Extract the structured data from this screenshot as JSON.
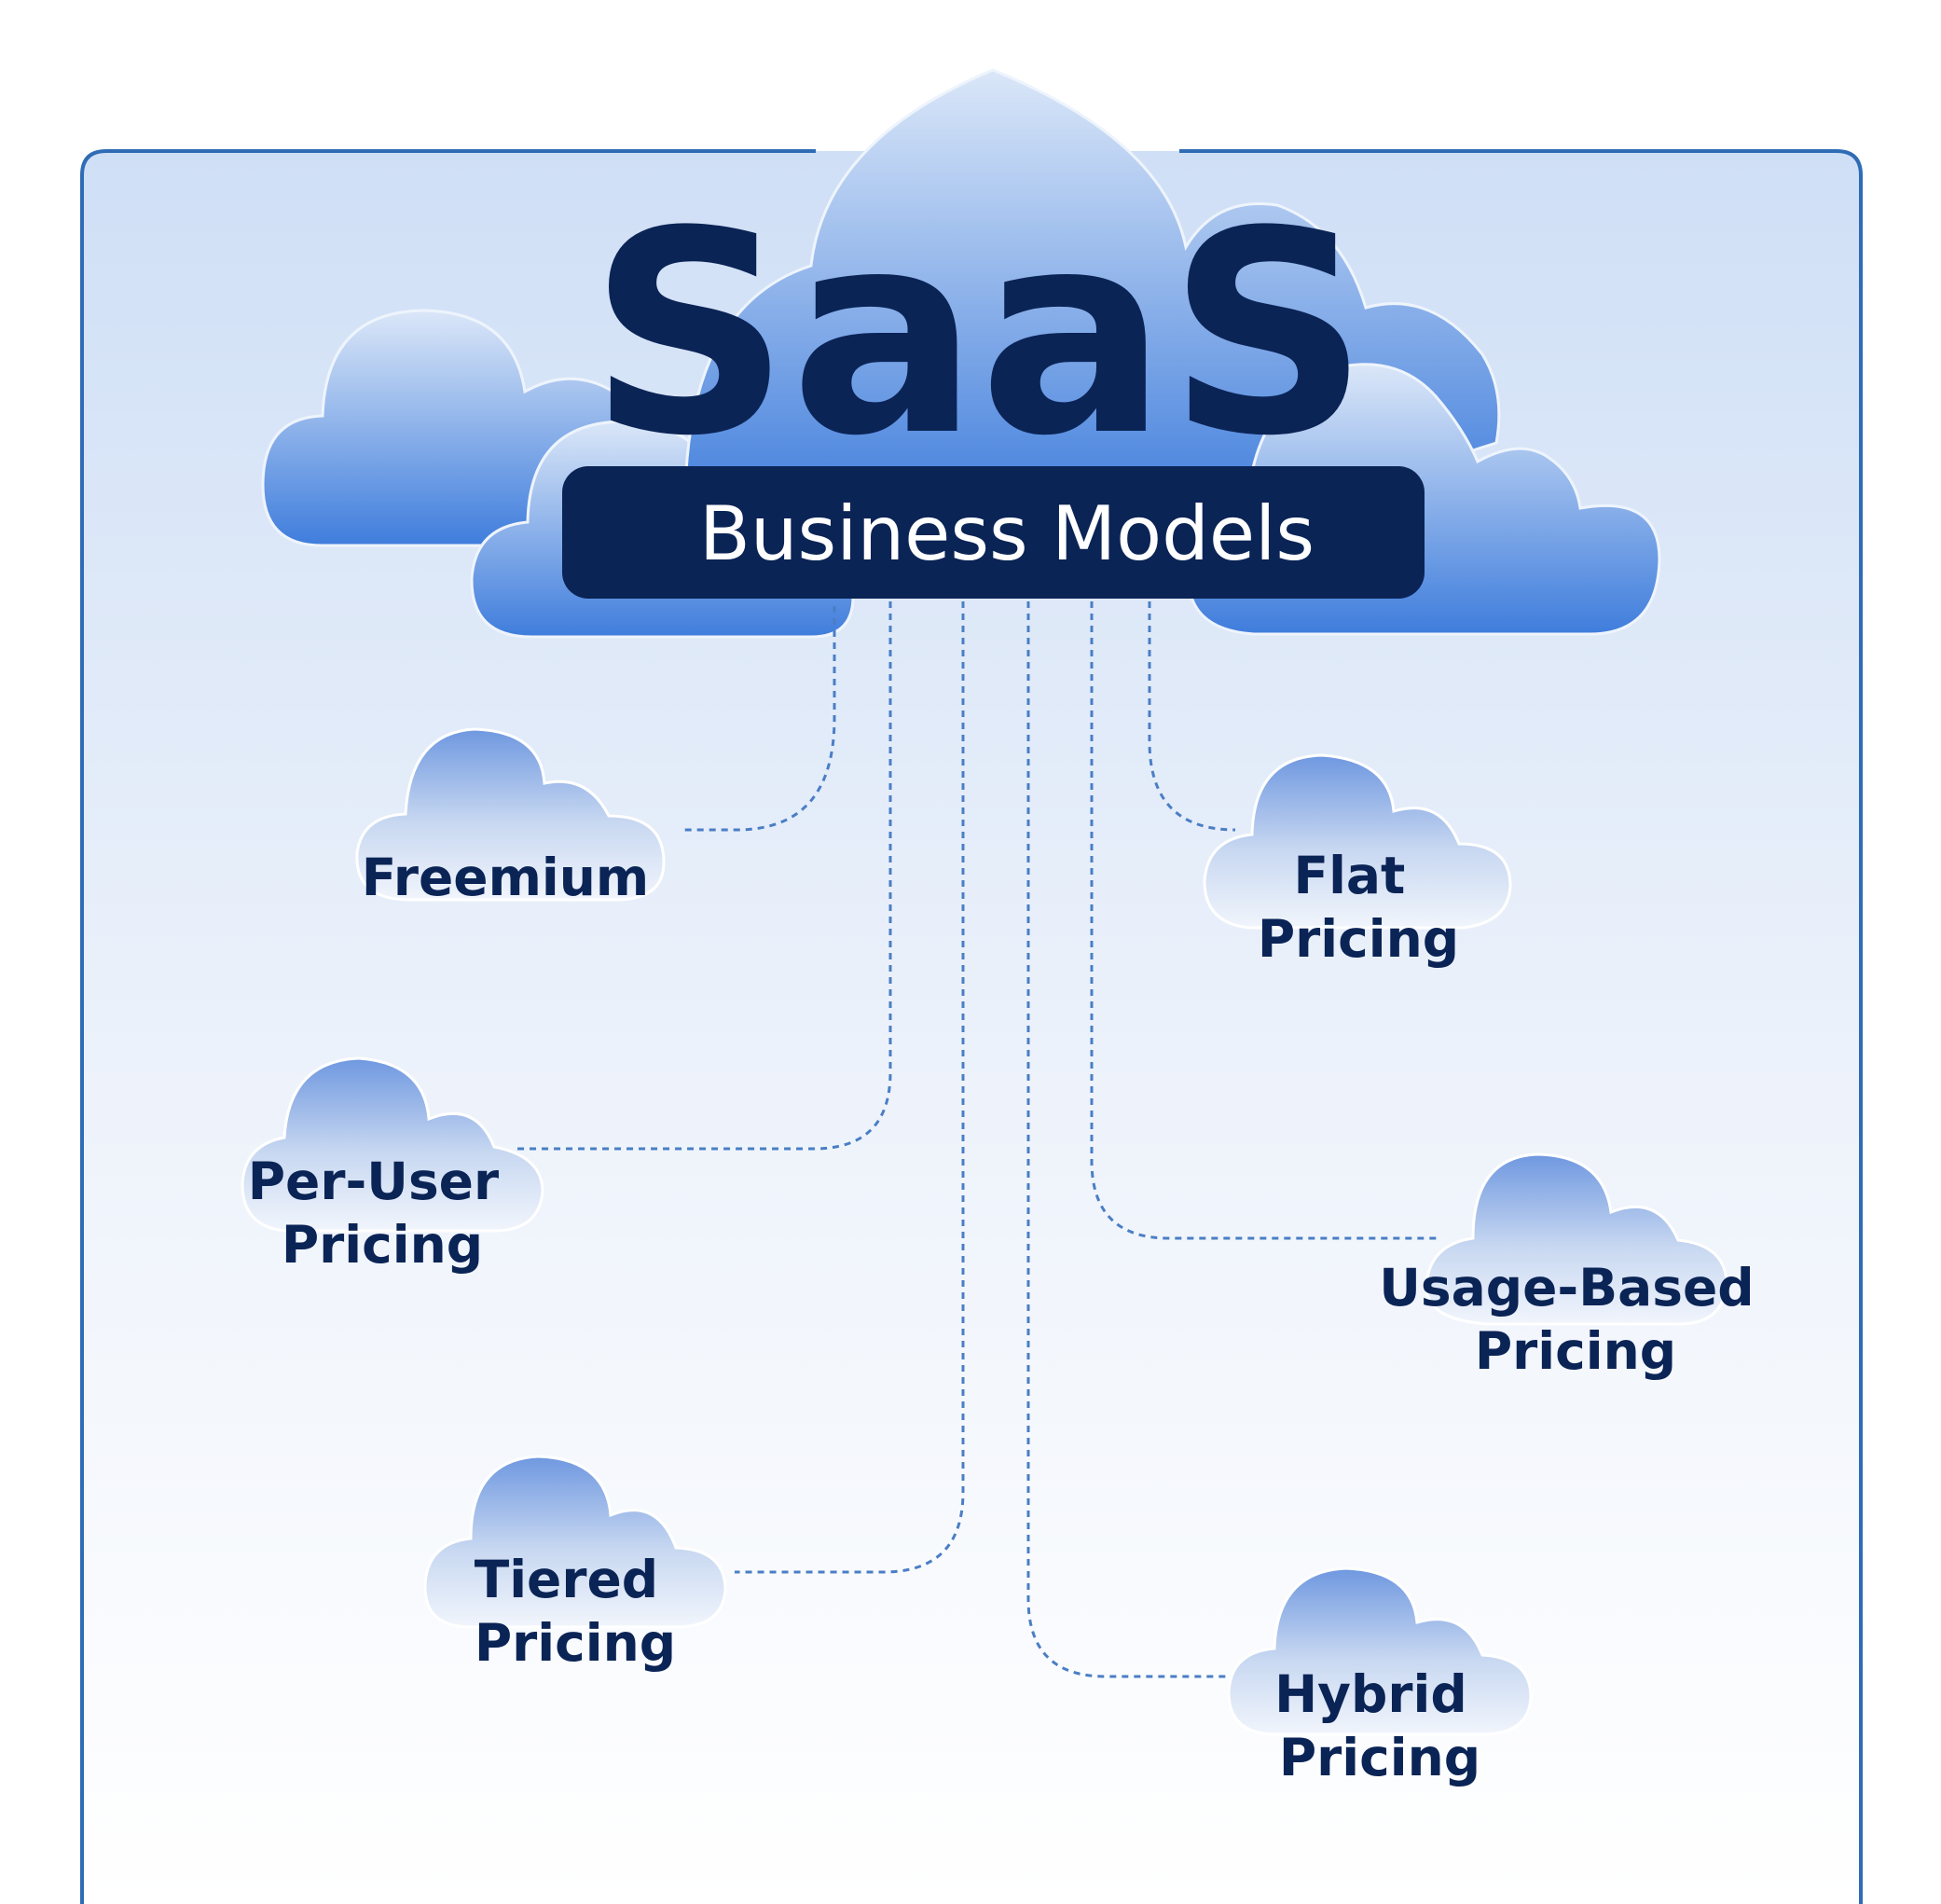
{
  "title": "SaaS",
  "subtitle": "Business Models",
  "models": [
    {
      "id": "freemium",
      "lines": [
        "Freemium"
      ]
    },
    {
      "id": "per-user",
      "lines": [
        "Per-User",
        "Pricing"
      ]
    },
    {
      "id": "tiered",
      "lines": [
        "Tiered",
        "Pricing"
      ]
    },
    {
      "id": "flat",
      "lines": [
        "Flat",
        "Pricing"
      ]
    },
    {
      "id": "usage-based",
      "lines": [
        "Usage-Based",
        "Pricing"
      ]
    },
    {
      "id": "hybrid",
      "lines": [
        "Hybrid",
        "Pricing"
      ]
    }
  ],
  "colors": {
    "navy": "#0b2456",
    "frame": "#2f6cb5",
    "connector": "#4a7ec5",
    "cloud_top": "#a9c3ef",
    "cloud_bottom": "#4a84de",
    "bg_top": "#d0e0f6",
    "bg_bottom": "#ffffff"
  }
}
